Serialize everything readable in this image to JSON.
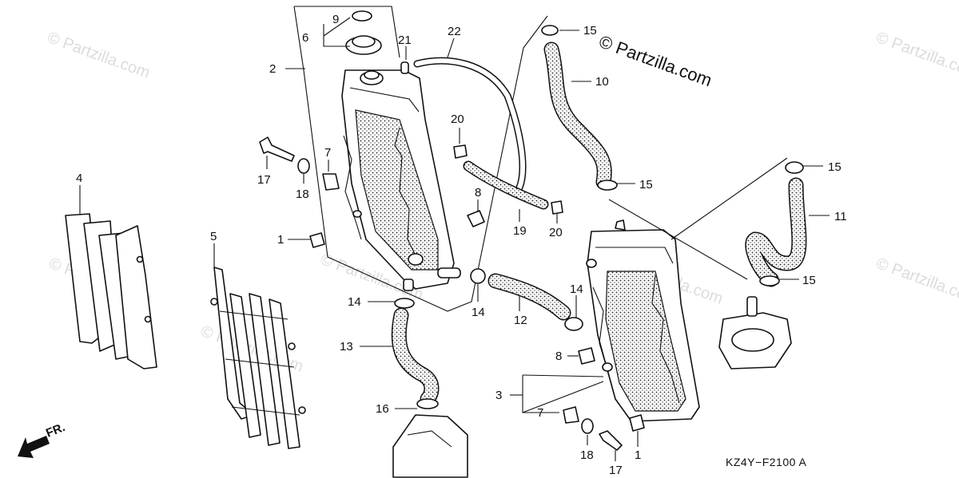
{
  "watermarks": [
    "© Partzilla.com",
    "© Partzilla.com",
    "© Partzilla.com",
    "© Partzilla.com",
    "© Partzilla.com",
    "© Partzilla.com",
    "© Partzilla.com"
  ],
  "copyright": "© Partzilla.com",
  "diagram_code": "KZ4Y−F2100 A",
  "direction_label": "FR.",
  "callouts": [
    {
      "id": "c9",
      "text": "9"
    },
    {
      "id": "c6",
      "text": "6"
    },
    {
      "id": "c21",
      "text": "21"
    },
    {
      "id": "c22",
      "text": "22"
    },
    {
      "id": "c15a",
      "text": "15"
    },
    {
      "id": "c10",
      "text": "10"
    },
    {
      "id": "c2",
      "text": "2"
    },
    {
      "id": "c20a",
      "text": "20"
    },
    {
      "id": "c7a",
      "text": "7"
    },
    {
      "id": "c17a",
      "text": "17"
    },
    {
      "id": "c18a",
      "text": "18"
    },
    {
      "id": "c15b",
      "text": "15"
    },
    {
      "id": "c15c",
      "text": "15"
    },
    {
      "id": "c11",
      "text": "11"
    },
    {
      "id": "c4",
      "text": "4"
    },
    {
      "id": "c8a",
      "text": "8"
    },
    {
      "id": "c19",
      "text": "19"
    },
    {
      "id": "c20b",
      "text": "20"
    },
    {
      "id": "c5",
      "text": "5"
    },
    {
      "id": "c1a",
      "text": "1"
    },
    {
      "id": "c15d",
      "text": "15"
    },
    {
      "id": "c14a",
      "text": "14"
    },
    {
      "id": "c14b",
      "text": "14"
    },
    {
      "id": "c12",
      "text": "12"
    },
    {
      "id": "c14c",
      "text": "14"
    },
    {
      "id": "c13",
      "text": "13"
    },
    {
      "id": "c8b",
      "text": "8"
    },
    {
      "id": "c3",
      "text": "3"
    },
    {
      "id": "c16",
      "text": "16"
    },
    {
      "id": "c7b",
      "text": "7"
    },
    {
      "id": "c18b",
      "text": "18"
    },
    {
      "id": "c1b",
      "text": "1"
    },
    {
      "id": "c17b",
      "text": "17"
    }
  ]
}
